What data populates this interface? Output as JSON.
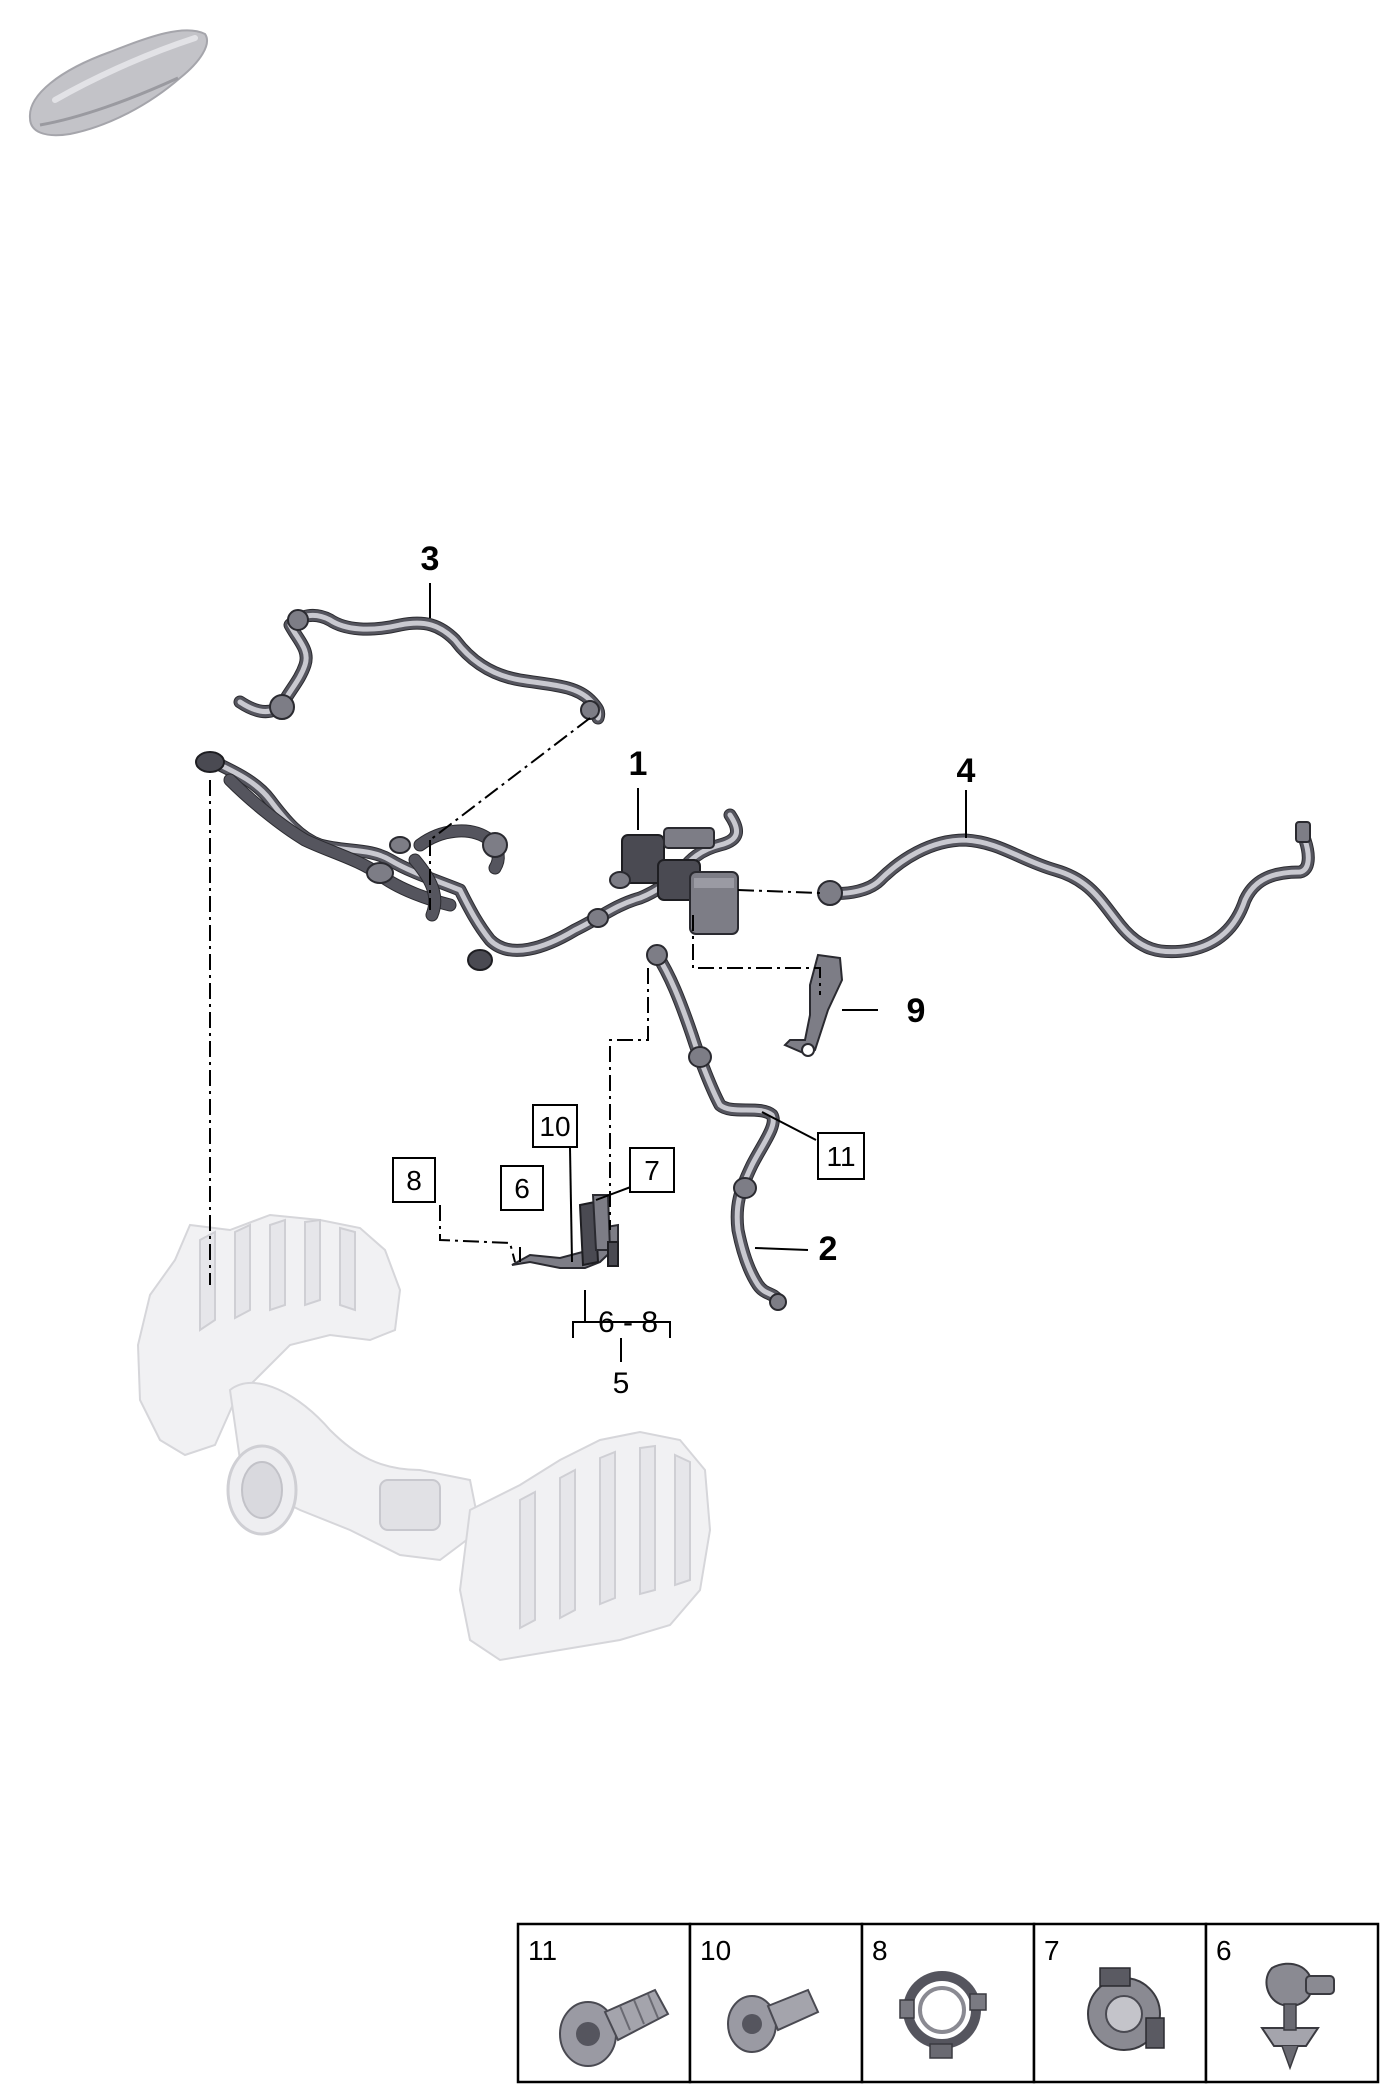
{
  "callouts": {
    "c1": "1",
    "c2": "2",
    "c3": "3",
    "c4": "4",
    "c5": "5",
    "c9": "9",
    "c6": "6",
    "c7": "7",
    "c8": "8",
    "c10": "10",
    "c11": "11",
    "group_range": "6 - 8"
  },
  "legend": [
    {
      "number": "11",
      "icon": "flange-bolt-long-icon"
    },
    {
      "number": "10",
      "icon": "flange-bolt-short-icon"
    },
    {
      "number": "8",
      "icon": "hose-clip-icon"
    },
    {
      "number": "7",
      "icon": "pipe-clamp-icon"
    },
    {
      "number": "6",
      "icon": "push-rivet-clip-icon"
    }
  ],
  "colors": {
    "parts": "#55555e",
    "ghost_parts": "#e6e6ea",
    "lines": "#000000"
  }
}
